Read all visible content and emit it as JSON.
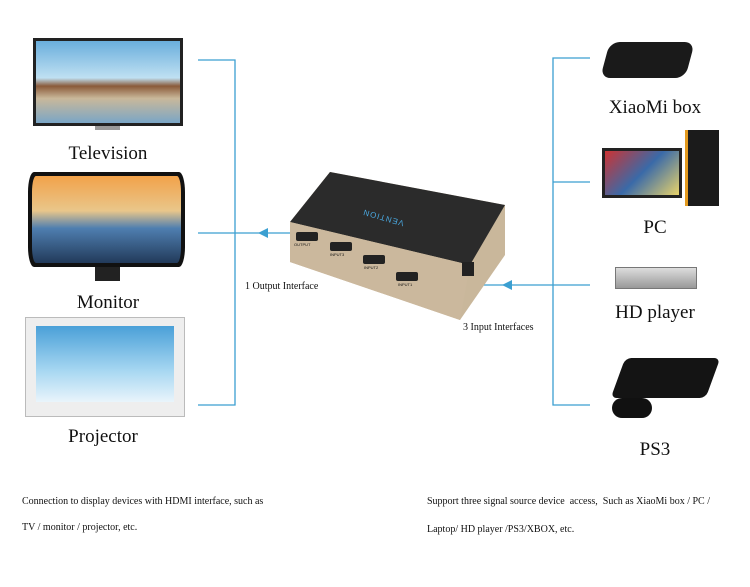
{
  "outputs": {
    "devices": [
      {
        "label": "Television",
        "icon": "television-icon"
      },
      {
        "label": "Monitor",
        "icon": "monitor-icon"
      },
      {
        "label": "Projector",
        "icon": "projector-icon"
      }
    ],
    "interface_label": "1 Output Interface",
    "caption_line1": "Connection to display devices with HDMI interface, such as",
    "caption_line2": "TV / monitor / projector, etc."
  },
  "inputs": {
    "devices": [
      {
        "label": "XiaoMi box",
        "icon": "set-top-box-icon"
      },
      {
        "label": "PC",
        "icon": "pc-icon"
      },
      {
        "label": "HD player",
        "icon": "dvd-player-icon"
      },
      {
        "label": "PS3",
        "icon": "game-console-icon"
      }
    ],
    "interface_label": "3 Input Interfaces",
    "caption_line1": "Support three signal source device  access,  Such as XiaoMi box / PC /",
    "caption_line2": "Laptop/ HD player /PS3/XBOX, etc."
  },
  "switch": {
    "brand": "VENTION",
    "ports": [
      "OUTPUT",
      "INPUT3",
      "INPUT2",
      "INPUT1"
    ]
  },
  "colors": {
    "line": "#3b9fd1",
    "body": "#c9b79b",
    "top": "#2b2b2b"
  }
}
